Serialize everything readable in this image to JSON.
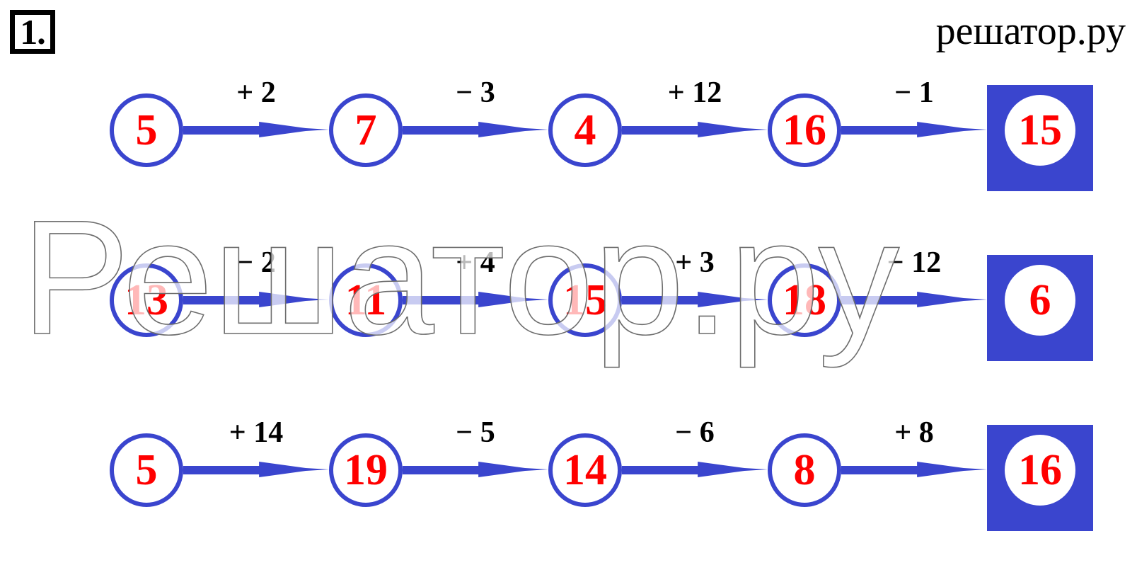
{
  "header": {
    "problem_number": "1.",
    "site": "решатор.ру"
  },
  "watermark": {
    "text": "Решатор.ру"
  },
  "colors": {
    "blue": "#3A45CE",
    "red": "#FF0000",
    "black": "#000000",
    "white": "#FFFFFF"
  },
  "chart_data": {
    "type": "diagram",
    "title": "Number chains with add/subtract operations",
    "rows": [
      {
        "nodes": [
          "5",
          "7",
          "4",
          "16",
          "15"
        ],
        "operations": [
          "+ 2",
          "− 3",
          "+ 12",
          "− 1"
        ],
        "final_highlighted": true
      },
      {
        "nodes": [
          "13",
          "11",
          "15",
          "18",
          "6"
        ],
        "operations": [
          "− 2",
          "+ 4",
          "+ 3",
          "− 12"
        ],
        "final_highlighted": true
      },
      {
        "nodes": [
          "5",
          "19",
          "14",
          "8",
          "16"
        ],
        "operations": [
          "+ 14",
          "− 5",
          "− 6",
          "+ 8"
        ],
        "final_highlighted": true
      }
    ]
  },
  "rows": [
    {
      "nodes": [
        {
          "value": "5"
        },
        {
          "value": "7"
        },
        {
          "value": "4"
        },
        {
          "value": "16"
        },
        {
          "value": "15"
        }
      ],
      "ops": [
        {
          "label": "+ 2"
        },
        {
          "label": "− 3"
        },
        {
          "label": "+ 12"
        },
        {
          "label": "− 1"
        }
      ]
    },
    {
      "nodes": [
        {
          "value": "13"
        },
        {
          "value": "11"
        },
        {
          "value": "15"
        },
        {
          "value": "18"
        },
        {
          "value": "6"
        }
      ],
      "ops": [
        {
          "label": "− 2"
        },
        {
          "label": "+ 4"
        },
        {
          "label": "+ 3"
        },
        {
          "label": "− 12"
        }
      ]
    },
    {
      "nodes": [
        {
          "value": "5"
        },
        {
          "value": "19"
        },
        {
          "value": "14"
        },
        {
          "value": "8"
        },
        {
          "value": "16"
        }
      ],
      "ops": [
        {
          "label": "+ 14"
        },
        {
          "label": "− 5"
        },
        {
          "label": "− 6"
        },
        {
          "label": "+ 8"
        }
      ]
    }
  ]
}
